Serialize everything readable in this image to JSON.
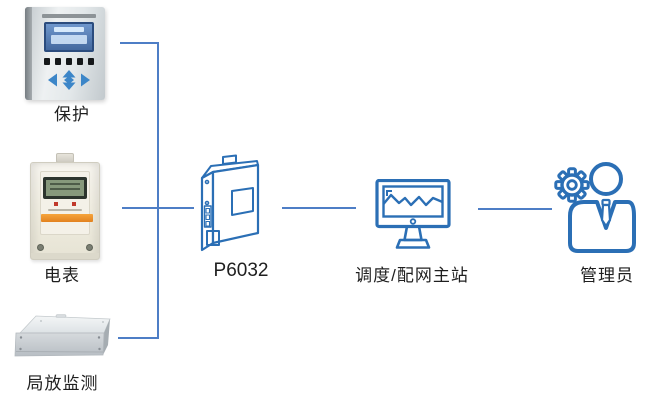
{
  "diagram": {
    "nodes": [
      {
        "id": "protection",
        "label": "保护",
        "icon": "protection-relay-photo"
      },
      {
        "id": "meter",
        "label": "电表",
        "icon": "energy-meter-photo"
      },
      {
        "id": "pd-monitoring",
        "label": "局放监测",
        "icon": "pd-monitor-chassis-photo"
      },
      {
        "id": "gateway",
        "label": "P6032",
        "icon": "serial-server-icon"
      },
      {
        "id": "master-station",
        "label": "调度/配网主站",
        "icon": "scada-monitor-icon"
      },
      {
        "id": "administrator",
        "label": "管理员",
        "icon": "admin-user-icon"
      }
    ],
    "colors": {
      "connector": "#4e7ec6",
      "icon_stroke": "#2b6fb5",
      "label_text": "#1f1f1f"
    }
  }
}
